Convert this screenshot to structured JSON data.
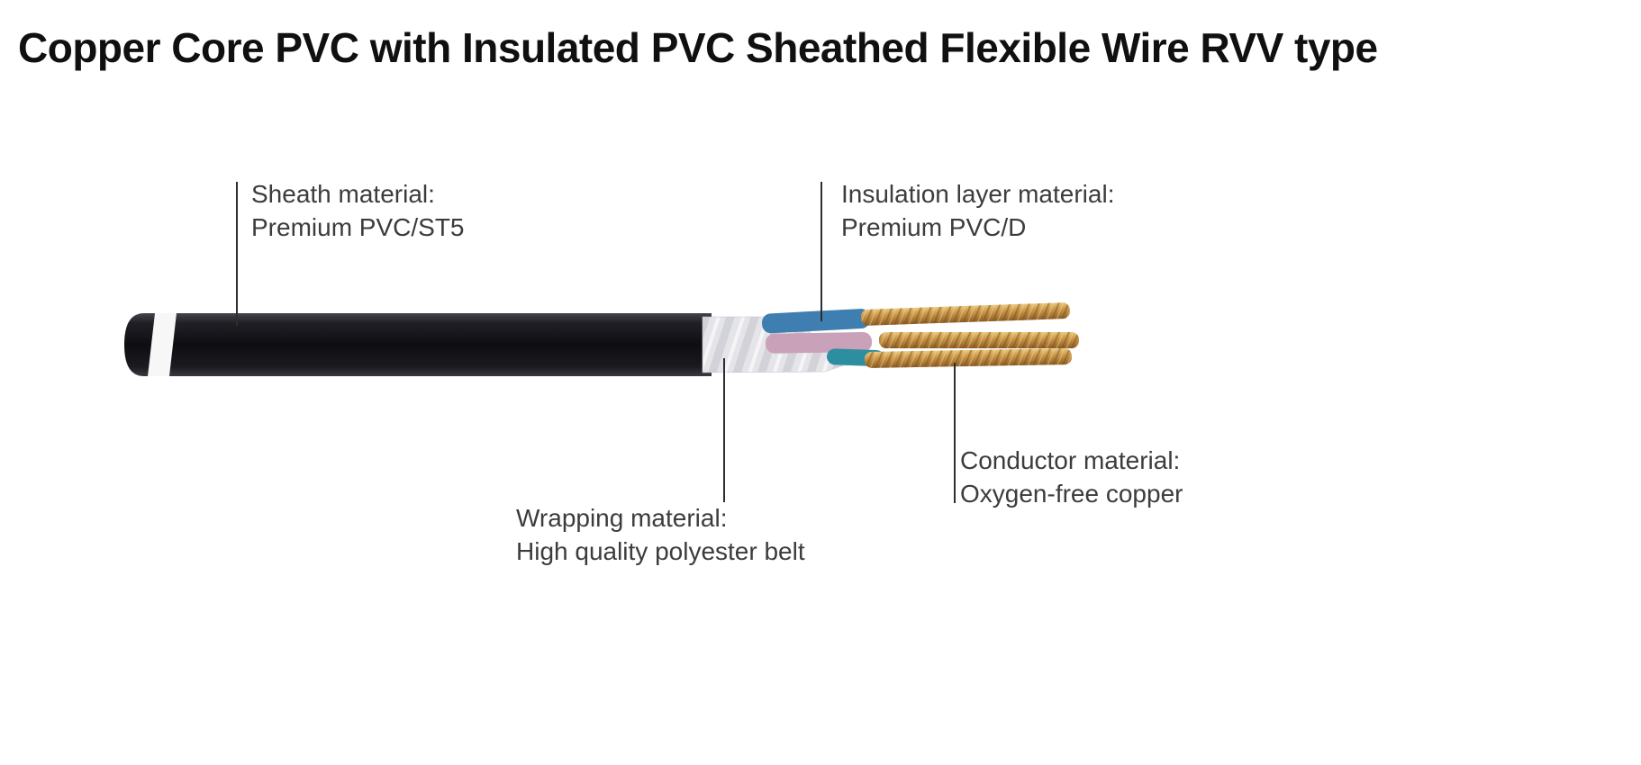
{
  "title": "Copper Core PVC with Insulated PVC Sheathed Flexible Wire RVV type",
  "labels": {
    "sheath": {
      "line1": "Sheath material:",
      "line2": "Premium PVC/ST5"
    },
    "insulation": {
      "line1": "Insulation layer material:",
      "line2": "Premium PVC/D"
    },
    "wrapping": {
      "line1": "Wrapping material:",
      "line2": "High quality polyester belt"
    },
    "conductor": {
      "line1": "Conductor material:",
      "line2": "Oxygen-free copper"
    }
  },
  "colors": {
    "background": "#ffffff",
    "title-text": "#101010",
    "text": "#3c3c3c",
    "leader-line": "#2e2e2e",
    "sheath": "#17171b",
    "stripe": "#f7f7f7",
    "wrapping": "#e2e2e8",
    "wire-blue": "#3e7eb0",
    "wire-pink": "#c9a2ba",
    "wire-teal": "#2d8e9f",
    "copper": "#c99b4e"
  }
}
